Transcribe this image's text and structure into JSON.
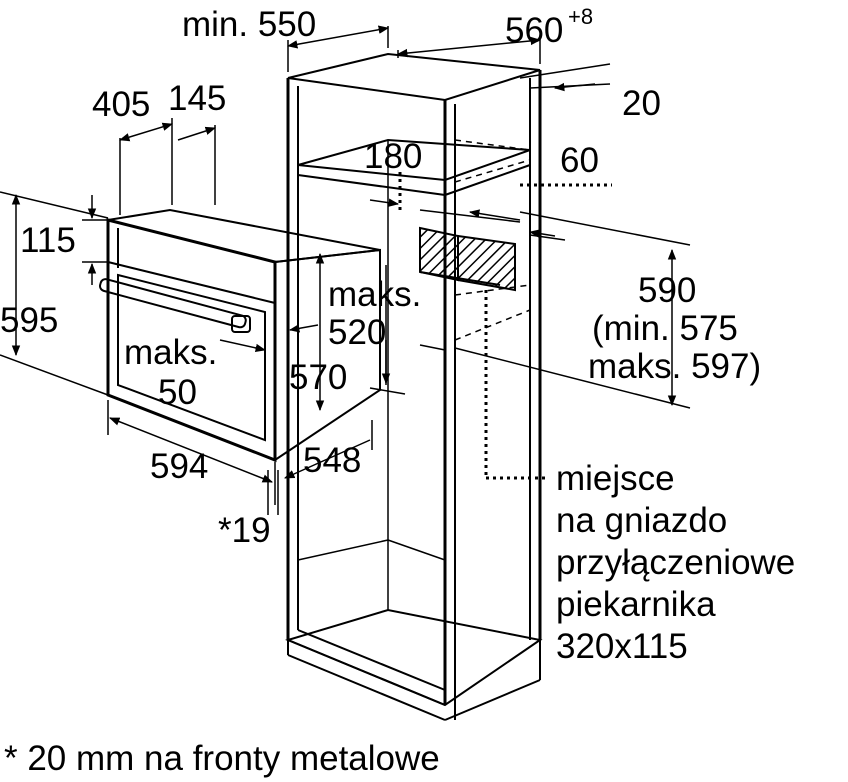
{
  "labels": {
    "min550": "min. 550",
    "w560": "560",
    "w560_sup": "+8",
    "d20": "20",
    "d405": "405",
    "d145": "145",
    "d180": "180",
    "d60": "60",
    "d115": "115",
    "d595": "595",
    "d590": "590",
    "d590_min": "(min. 575",
    "d590_max": "maks. 597)",
    "maks_a": "maks.",
    "d520": "520",
    "maks_b": "maks.",
    "d50": "50",
    "d570": "570",
    "d594": "594",
    "d548": "548",
    "star19": "*19",
    "socket_1": "miejsce",
    "socket_2": "na gniazdo",
    "socket_3": "przyłączeniowe",
    "socket_4": "piekarnika",
    "socket_5": "320x115",
    "footnote": "* 20 mm na fronty metalowe"
  }
}
